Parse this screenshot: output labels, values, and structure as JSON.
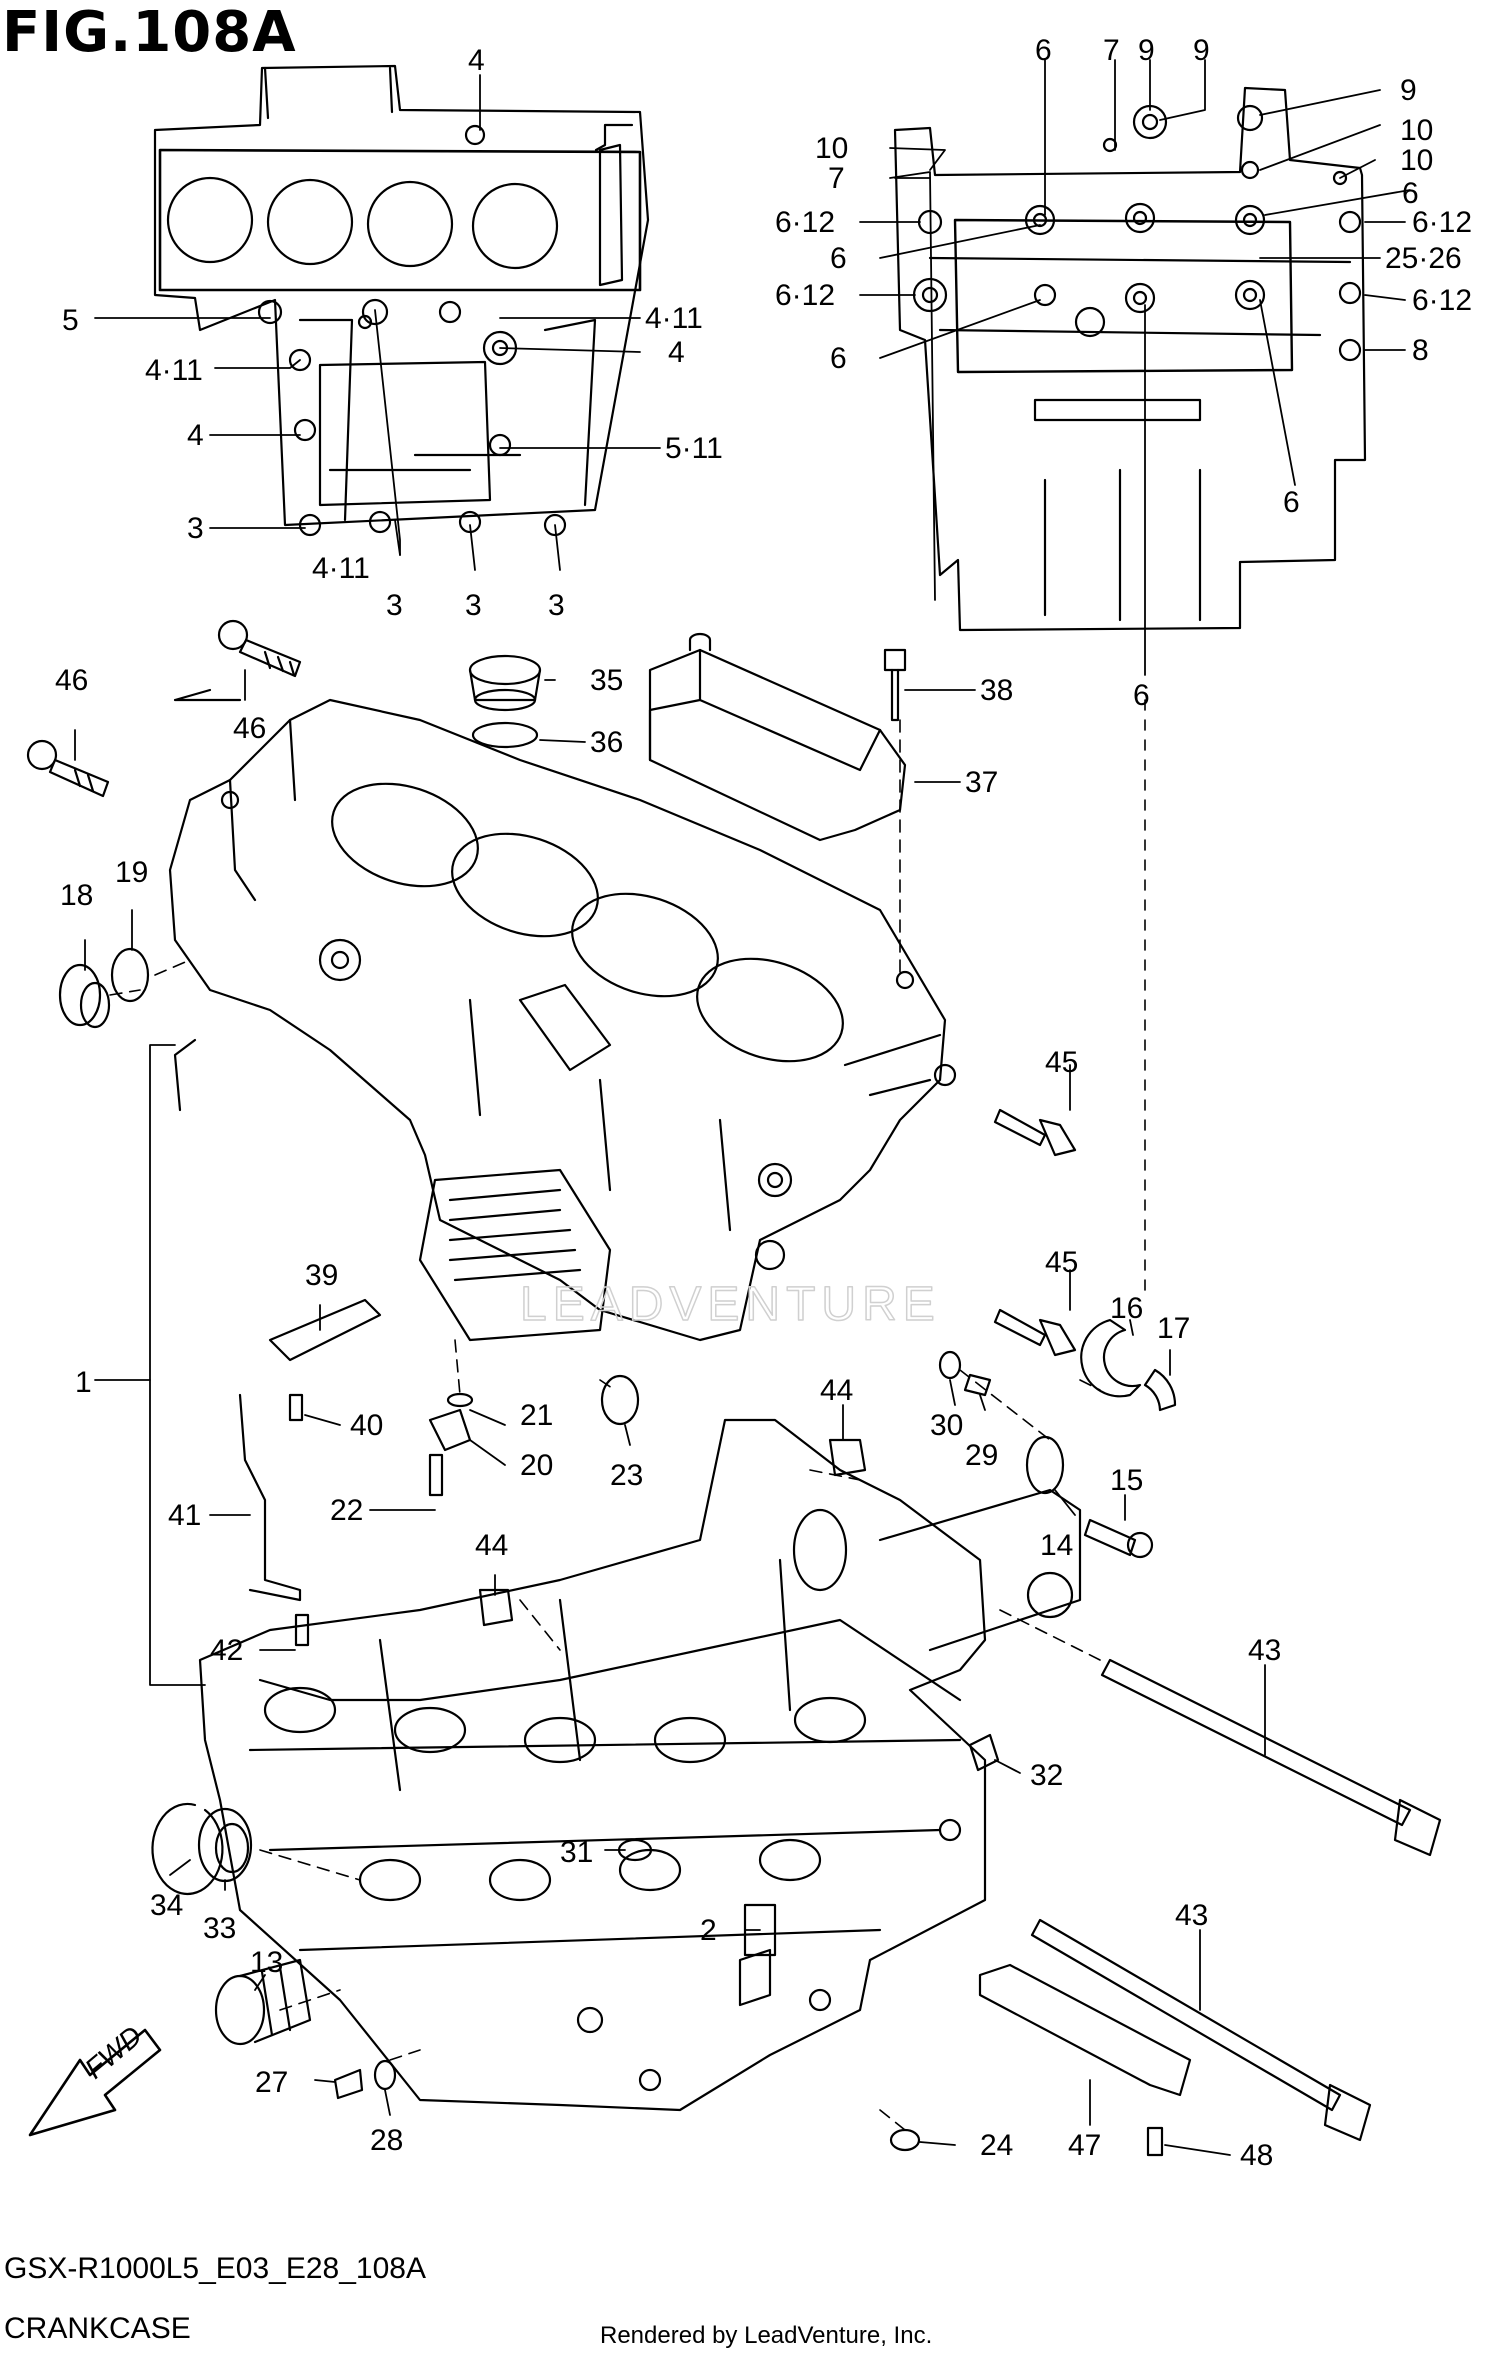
{
  "figure": {
    "title": "FIG.108A"
  },
  "footer": {
    "model_code": "GSX-R1000L5_E03_E28_108A",
    "section": "CRANKCASE",
    "credit": "Rendered by LeadVenture, Inc."
  },
  "fwd_label": "FWD",
  "watermark": "LEADVENTURE",
  "callouts": {
    "c1": "1",
    "c2": "2",
    "c3": "3",
    "c4": "4",
    "c5": "5",
    "c6": "6",
    "c7": "7",
    "c8": "8",
    "c9": "9",
    "c10": "10",
    "c13": "13",
    "c14": "14",
    "c15": "15",
    "c16": "16",
    "c17": "17",
    "c18": "18",
    "c19": "19",
    "c20": "20",
    "c21": "21",
    "c22": "22",
    "c23": "23",
    "c24": "24",
    "c27": "27",
    "c28": "28",
    "c29": "29",
    "c30": "30",
    "c31": "31",
    "c32": "32",
    "c33": "33",
    "c34": "34",
    "c35": "35",
    "c36": "36",
    "c37": "37",
    "c38": "38",
    "c39": "39",
    "c40": "40",
    "c41": "41",
    "c42": "42",
    "c43": "43",
    "c44": "44",
    "c45": "45",
    "c46": "46",
    "c47": "47",
    "c48": "48",
    "c4_11": "4·11",
    "c5_11": "5·11",
    "c6_12": "6·12",
    "c25_26": "25·26"
  }
}
